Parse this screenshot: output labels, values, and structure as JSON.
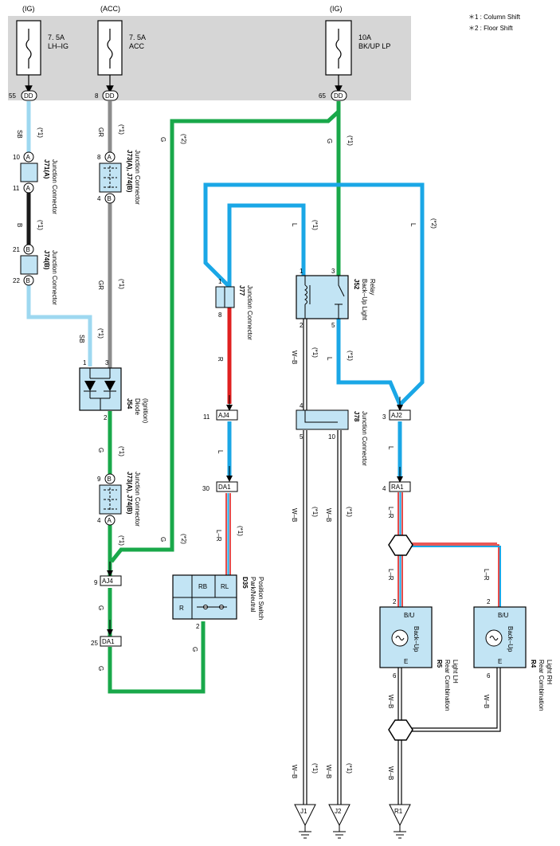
{
  "legend": {
    "note1": "＊1 : Column Shift",
    "note2": "＊2 : Floor Shift"
  },
  "fuses": {
    "lhig": {
      "circuit": "(IG)",
      "amp": "7. 5A",
      "name": "LH–IG",
      "pin": "55",
      "conn": "DD"
    },
    "acc": {
      "circuit": "(ACC)",
      "amp": "7. 5A",
      "name": "ACC",
      "pin": "8",
      "conn": "DD"
    },
    "bkup": {
      "circuit": "(IG)",
      "amp": "10A",
      "name": "BK/UP LP",
      "pin": "65",
      "conn": "DD"
    }
  },
  "wires": {
    "sb": "SB",
    "gr": "GR",
    "g": "G",
    "b": "B",
    "l": "L",
    "r": "R",
    "wb": "W–B",
    "lr": "L–R",
    "n1": "(*1)",
    "n2": "(*2)"
  },
  "j71": {
    "code": "J71(A)",
    "desc": "Junction Connector",
    "pin_top": "10",
    "pin_bot": "11",
    "letter": "A"
  },
  "j74b": {
    "code": "J74(B)",
    "desc": "Junction Connector",
    "pin_top": "21",
    "pin_bot": "22",
    "letter": "B"
  },
  "j73a": {
    "code": "J73(A), J74(B)",
    "desc": "Junction Connector",
    "pin_top": "8",
    "pin_bot": "4",
    "l_top": "A",
    "l_bot": "B"
  },
  "j73b": {
    "code": "J73(A), J74(B)",
    "desc": "Junction Connector",
    "pin_top": "9",
    "pin_bot": "4",
    "l_top": "B",
    "l_bot": "A"
  },
  "j54": {
    "code": "J54",
    "desc1": "Diode",
    "desc2": "(Ignition)",
    "pin1": "1",
    "pin3": "3",
    "pin2": "2"
  },
  "j77": {
    "code": "J77",
    "desc": "Junction Connector",
    "pin_top": "1",
    "pin_bot": "8"
  },
  "j52": {
    "code": "J52",
    "desc1": "Back–Up Light",
    "desc2": "Relay",
    "p1": "1",
    "p3": "3",
    "p2": "2",
    "p5": "5"
  },
  "j78": {
    "code": "J78",
    "desc": "Junction Connector",
    "p4": "4",
    "p5": "5",
    "p10": "10"
  },
  "aj4a": {
    "conn": "AJ4",
    "pin": "11"
  },
  "da1a": {
    "conn": "DA1",
    "pin": "30"
  },
  "aj4b": {
    "conn": "AJ4",
    "pin": "9"
  },
  "da1b": {
    "conn": "DA1",
    "pin": "25"
  },
  "aj2": {
    "conn": "AJ2",
    "pin": "3"
  },
  "ra1": {
    "conn": "RA1",
    "pin": "4"
  },
  "d35": {
    "code": "D35",
    "desc1": "Park/Neutral",
    "desc2": "Position Switch",
    "rb": "RB",
    "rl": "RL",
    "r": "R",
    "pin": "2"
  },
  "r5": {
    "code": "R5",
    "desc1": "Rear Combination",
    "desc2": "Light LH",
    "bu": "B/U",
    "lamp": "Back–Up",
    "e": "E",
    "p_top": "2",
    "p_bot": "6"
  },
  "r4": {
    "code": "R4",
    "desc1": "Rear Combination",
    "desc2": "Light RH",
    "bu": "B/U",
    "lamp": "Back–Up",
    "e": "E",
    "p_top": "2",
    "p_bot": "6"
  },
  "grounds": {
    "j1": "J1",
    "j2": "J2",
    "r1": "R1"
  },
  "colors": {
    "sb": "#9ed8f0",
    "gr": "#8c8c8c",
    "g": "#19a84a",
    "l": "#1aa7e6",
    "r": "#e02020",
    "b": "#1a1a1a",
    "box": "#c2e4f4",
    "panel": "#d6d6d6"
  }
}
